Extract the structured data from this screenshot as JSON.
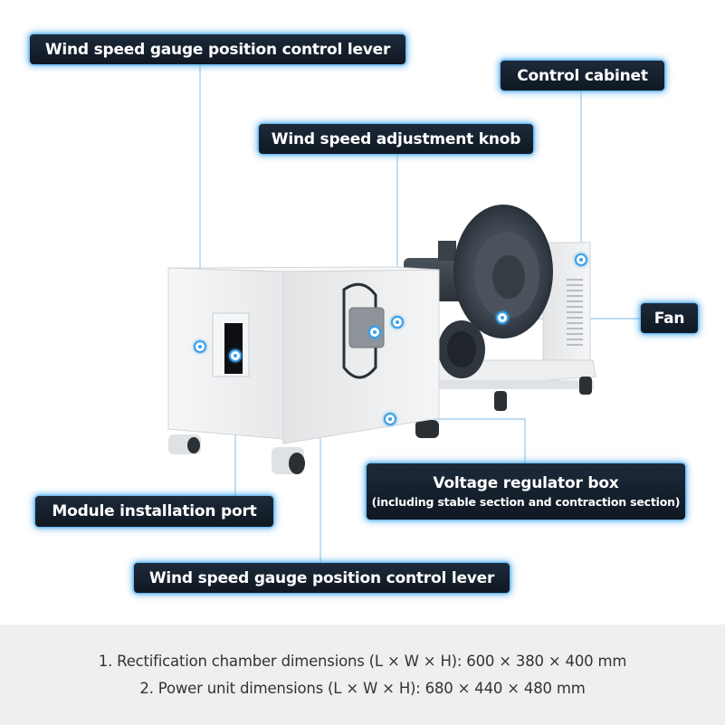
{
  "labels": {
    "lever_top": "Wind speed gauge position control lever",
    "control_cabinet": "Control cabinet",
    "knob": "Wind speed adjustment knob",
    "fan": "Fan",
    "voltage_box": "Voltage regulator box",
    "voltage_box_sub": "(including stable section and contraction section)",
    "module_port": "Module installation port",
    "lever_bottom": "Wind speed gauge position control lever"
  },
  "specs": [
    "1. Rectification chamber dimensions (L × W × H): 600 × 380 × 400 mm",
    "2. Power unit dimensions (L × W × H): 680 × 440 × 480 mm"
  ],
  "colors": {
    "label_bg": "#15202c",
    "accent": "#3aa0e8",
    "spec_bg": "#efefef",
    "machine_white": "#f2f3f4",
    "fan_dark": "#3d4650"
  }
}
